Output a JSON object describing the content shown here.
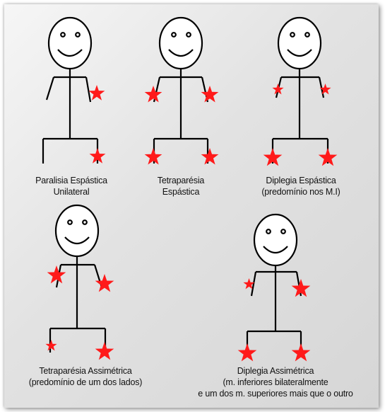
{
  "figures": [
    {
      "id": "unilateral",
      "caption": [
        "Paralisia Espástica",
        "Unilateral"
      ]
    },
    {
      "id": "tetra",
      "caption": [
        "Tetraparésia",
        "Espástica"
      ]
    },
    {
      "id": "diplegia",
      "caption": [
        "Diplegia  Espástica",
        "(predomínio nos M.I)"
      ]
    },
    {
      "id": "tetra-assim",
      "caption": [
        "Tetraparésia Assimétrica",
        "(predomínio de um dos lados)"
      ]
    },
    {
      "id": "diplegia-assim",
      "caption": [
        "Diplegia Assimétrica",
        "(m. inferiores bilateralmente",
        "e um dos m. superiores mais que o outro"
      ]
    }
  ],
  "colors": {
    "star": "#ff1a1a",
    "line": "#000000",
    "background": "#e4e4e4"
  }
}
